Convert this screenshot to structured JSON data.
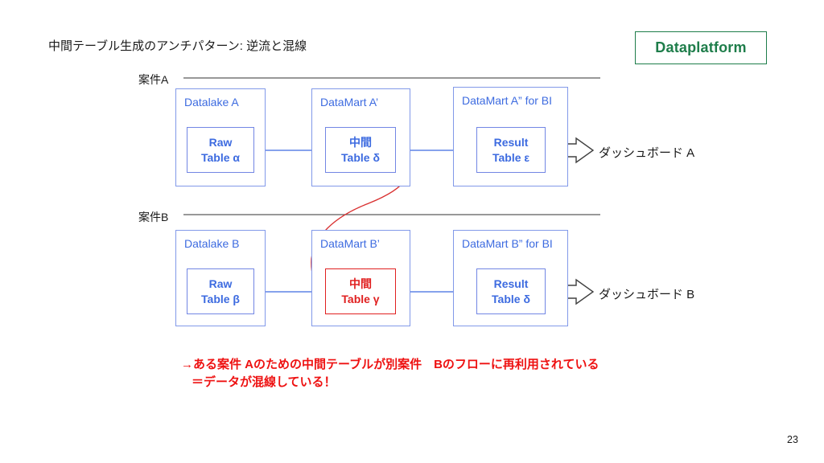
{
  "slide": {
    "title": "中間テーブル生成のアンチパターン: 逆流と混線",
    "badge": "Dataplatform",
    "page_number": "23"
  },
  "colors": {
    "accent_blue": "#3d6be0",
    "box_border_blue": "#8299e9",
    "alert_red": "#e02020",
    "note_red": "#ee1111",
    "brand_green": "#1e7d4a"
  },
  "sections": [
    {
      "label": "案件A",
      "groups": [
        {
          "title": "Datalake A",
          "line1": "Raw",
          "line2": "Table α"
        },
        {
          "title": "DataMart A’",
          "line1": "中間",
          "line2": "Table δ"
        },
        {
          "title": "DataMart A” for BI",
          "line1": "Result",
          "line2": "Table ε"
        }
      ],
      "output": "ダッシュボード A"
    },
    {
      "label": "案件B",
      "groups": [
        {
          "title": "Datalake B",
          "line1": "Raw",
          "line2": "Table β"
        },
        {
          "title": "DataMart B’",
          "line1": "中間",
          "line2": "Table γ"
        },
        {
          "title": "DataMart B” for BI",
          "line1": "Result",
          "line2": "Table δ"
        }
      ],
      "output": "ダッシュボード B"
    }
  ],
  "note": {
    "line1": "→ある案件 Aのための中間テーブルが別案件　Bのフローに再利用されている",
    "line2": "＝データが混線している！"
  }
}
